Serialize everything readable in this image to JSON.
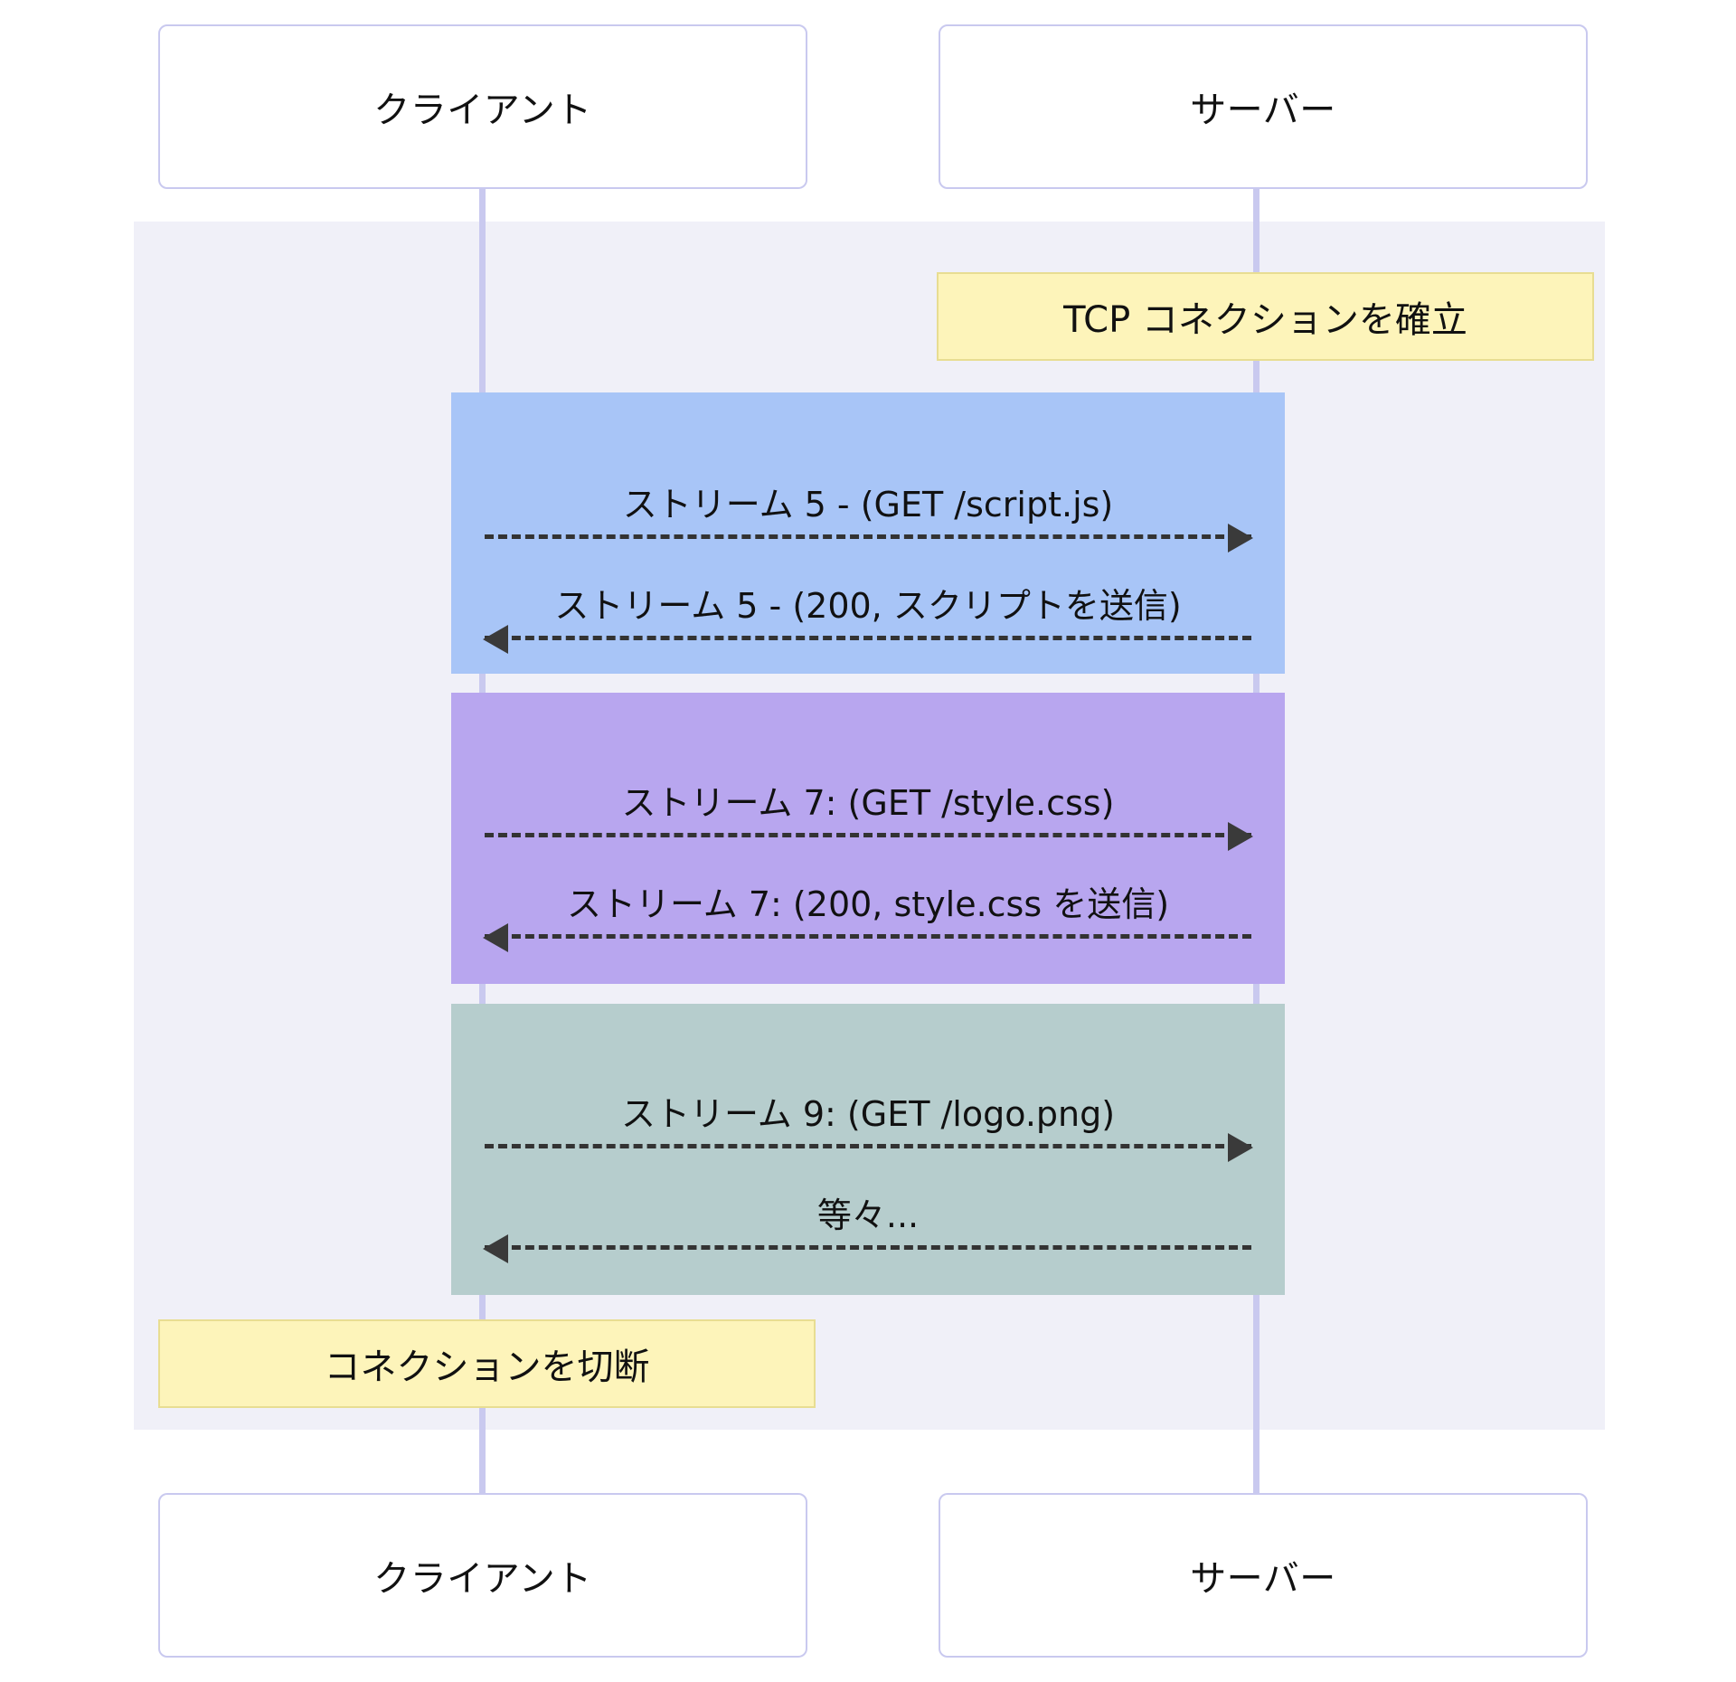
{
  "diagram": {
    "type": "sequence-diagram",
    "title": "",
    "background_color": "#f0f0f8",
    "participants": [
      {
        "id": "client",
        "label": "クライアント",
        "lifeline_color": "#c9c9ef"
      },
      {
        "id": "server",
        "label": "サーバー",
        "lifeline_color": "#c9c9ef"
      }
    ],
    "participants_bottom": [
      {
        "id": "client",
        "label": "クライアント"
      },
      {
        "id": "server",
        "label": "サーバー"
      }
    ],
    "notes": [
      {
        "id": "note-tcp-connect",
        "text": "TCP コネクションを確立",
        "color": "#fdf4ba",
        "side": "right"
      },
      {
        "id": "note-disconnect",
        "text": "コネクションを切断",
        "color": "#fdf4ba",
        "side": "left"
      }
    ],
    "blocks": [
      {
        "id": "block-stream5",
        "color": "#a8c5f7"
      },
      {
        "id": "block-stream7",
        "color": "#b8a6ef"
      },
      {
        "id": "block-stream9",
        "color": "#b6cdcd"
      }
    ],
    "messages": [
      {
        "id": "msg-1",
        "label": "ストリーム 5 - (GET /script.js)",
        "direction": "right",
        "style": "dashed"
      },
      {
        "id": "msg-2",
        "label": "ストリーム 5 - (200, スクリプトを送信)",
        "direction": "left",
        "style": "dashed"
      },
      {
        "id": "msg-3",
        "label": "ストリーム 7: (GET /style.css)",
        "direction": "right",
        "style": "dashed"
      },
      {
        "id": "msg-4",
        "label": "ストリーム 7: (200, style.css を送信)",
        "direction": "left",
        "style": "dashed"
      },
      {
        "id": "msg-5",
        "label": "ストリーム 9: (GET /logo.png)",
        "direction": "right",
        "style": "dashed"
      },
      {
        "id": "msg-6",
        "label": "等々...",
        "direction": "left",
        "style": "dashed"
      }
    ]
  }
}
